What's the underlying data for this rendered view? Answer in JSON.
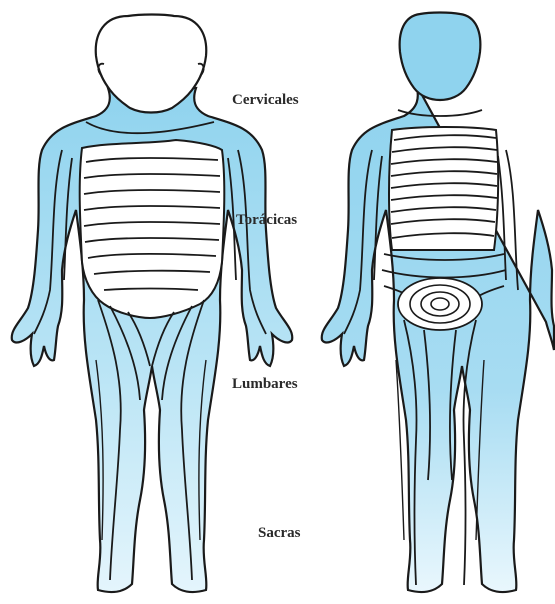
{
  "diagram": {
    "labels": {
      "cervical": "Cervicales",
      "thoracic": "Torácicas",
      "lumbar": "Lumbares",
      "sacral": "Sacras"
    },
    "colors": {
      "skin_blue": "#8fd3ee",
      "skin_light": "#d9f1fb",
      "outline": "#1a1a1a"
    }
  }
}
